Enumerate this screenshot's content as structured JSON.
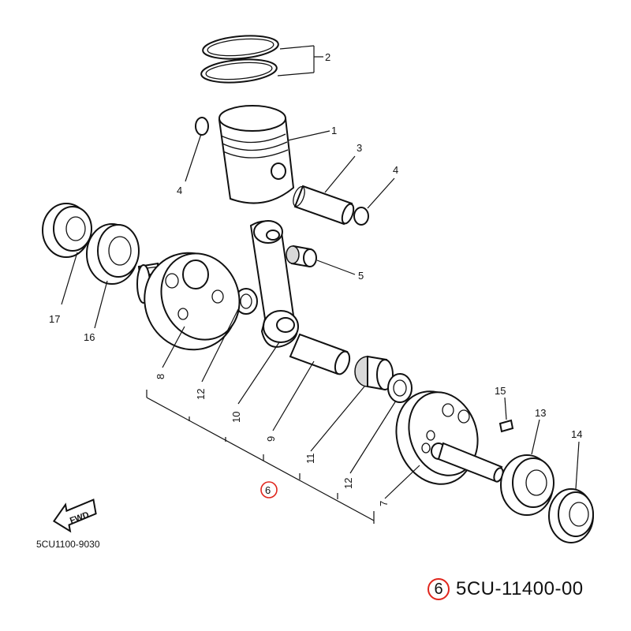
{
  "diagram": {
    "callouts": {
      "c1": "1",
      "c2": "2",
      "c3": "3",
      "c4a": "4",
      "c4b": "4",
      "c5": "5",
      "c6": "6",
      "c7": "7",
      "c8": "8",
      "c9": "9",
      "c10": "10",
      "c11": "11",
      "c12a": "12",
      "c12b": "12",
      "c13": "13",
      "c14": "14",
      "c15": "15",
      "c16": "16",
      "c17": "17"
    },
    "fwd_label": "FWD",
    "drawing_code": "5CU1100-9030"
  },
  "highlight": {
    "callout_number": "6",
    "part_number": "5CU-11400-00",
    "color": "#e0261d"
  }
}
